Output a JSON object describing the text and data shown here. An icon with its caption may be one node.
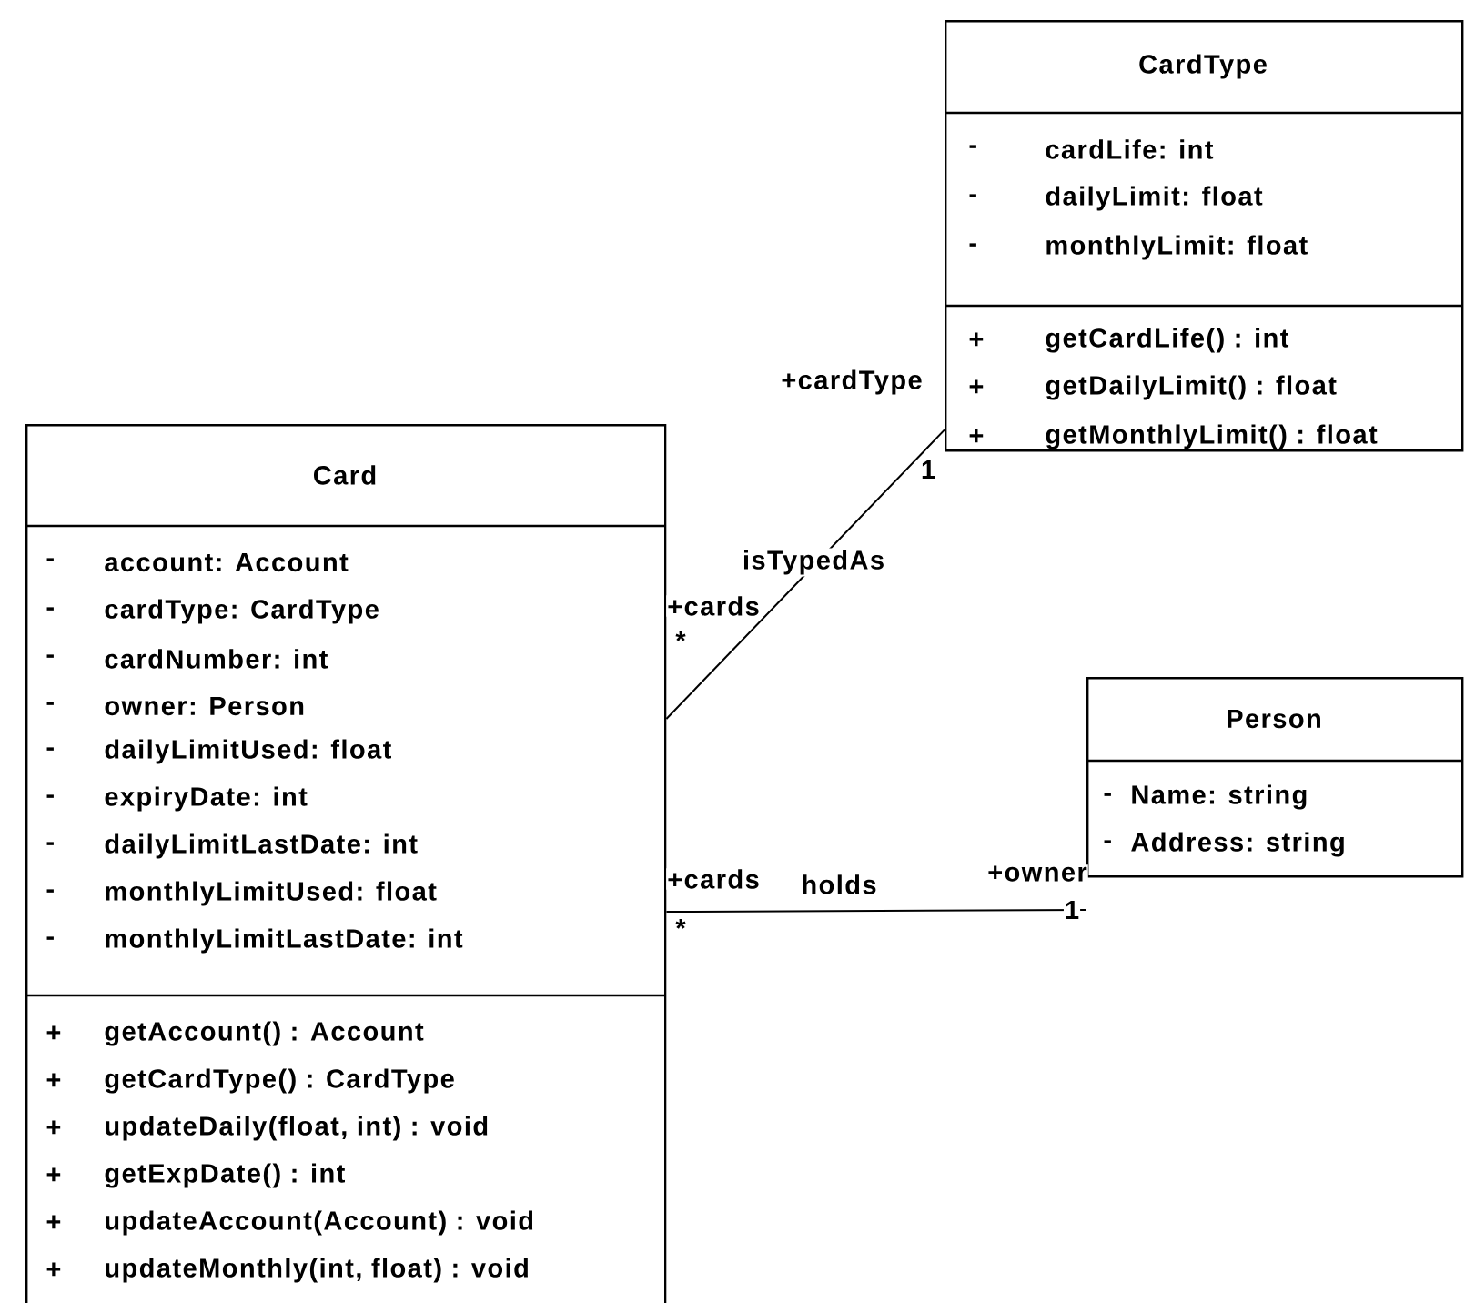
{
  "diagram": {
    "nodes": [
      {
        "text": [
          "CardType",
          "-",
          "cardLife: int",
          "-",
          "dailyLimit: float",
          "-",
          "monthlyLimit: float",
          "+",
          "getCardLife() : int",
          "+",
          "getDailyLimit() : float",
          "+",
          "getMonthlyLimit() : float"
        ]
      },
      {
        "text": [
          "Card",
          "-",
          "account: Account",
          "-",
          "cardType: CardType",
          "-",
          "cardNumber: int",
          "-",
          "owner: Person",
          "-",
          "dailyLimitUsed: float",
          "-",
          "expiryDate: int",
          "-",
          "dailyLimitLastDate: int",
          "-",
          "monthlyLimitUsed: float",
          "-",
          "monthlyLimitLastDate: int",
          "+",
          "getAccount() : Account",
          "+",
          "getCardType() : CardType",
          "+",
          "updateDaily(float, int) : void",
          "+",
          "getExpDate() : int",
          "+",
          "updateAccount(Account) : void",
          "+",
          "updateMonthly(int, float) : void"
        ]
      },
      {
        "text": [
          "Person",
          "-",
          "Name: string",
          "-",
          "Address: string"
        ]
      }
    ],
    "edges": [
      {
        "from": 1,
        "to": 0,
        "arrow": "none",
        "label": "isTypedAs"
      },
      {
        "from": 1,
        "to": 2,
        "arrow": "none",
        "label": "holds"
      }
    ],
    "labels": [
      "+cardType",
      "1",
      "+cards",
      "*",
      "+cards",
      "+owner",
      "*",
      "1"
    ]
  }
}
